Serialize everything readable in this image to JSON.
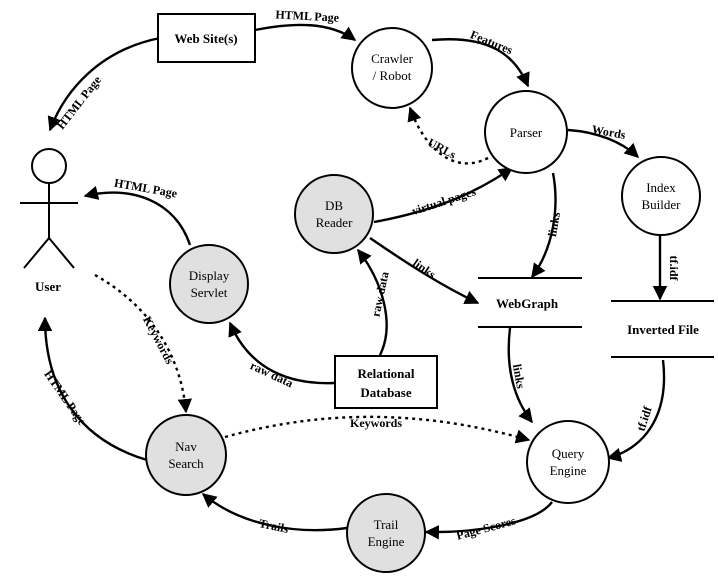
{
  "nodes": {
    "web_sites": "Web Site(s)",
    "crawler_line1": "Crawler",
    "crawler_line2": "/ Robot",
    "parser": "Parser",
    "index_builder_line1": "Index",
    "index_builder_line2": "Builder",
    "db_reader_line1": "DB",
    "db_reader_line2": "Reader",
    "display_servlet_line1": "Display",
    "display_servlet_line2": "Servlet",
    "user": "User",
    "webgraph": "WebGraph",
    "inverted_file": "Inverted File",
    "relational_db_line1": "Relational",
    "relational_db_line2": "Database",
    "nav_search_line1": "Nav",
    "nav_search_line2": "Search",
    "query_engine_line1": "Query",
    "query_engine_line2": "Engine",
    "trail_engine_line1": "Trail",
    "trail_engine_line2": "Engine"
  },
  "edges": {
    "web_to_user": "HTML Page",
    "web_to_crawler": "HTML Page",
    "crawler_to_parser": "Features",
    "parser_to_crawler": "URLs",
    "parser_to_index": "Words",
    "dbreader_to_parser": "virtual pages",
    "parser_to_webgraph": "links",
    "dbreader_to_webgraph": "links",
    "index_to_inverted": "tf.idf",
    "display_to_user": "HTML Page",
    "reldb_to_dbreader": "raw data",
    "reldb_to_display": "raw data",
    "user_to_nav": "Keywords",
    "nav_to_user": "HTML Page",
    "webgraph_to_query": "links",
    "inverted_to_query": "tf.idf",
    "nav_to_query": "Keywords",
    "query_to_trail": "Page Scores",
    "trail_to_nav": "Trails"
  },
  "colors": {
    "line": "#000000",
    "process_fill": "#ffffff",
    "shaded_fill": "#e0e0e0"
  }
}
